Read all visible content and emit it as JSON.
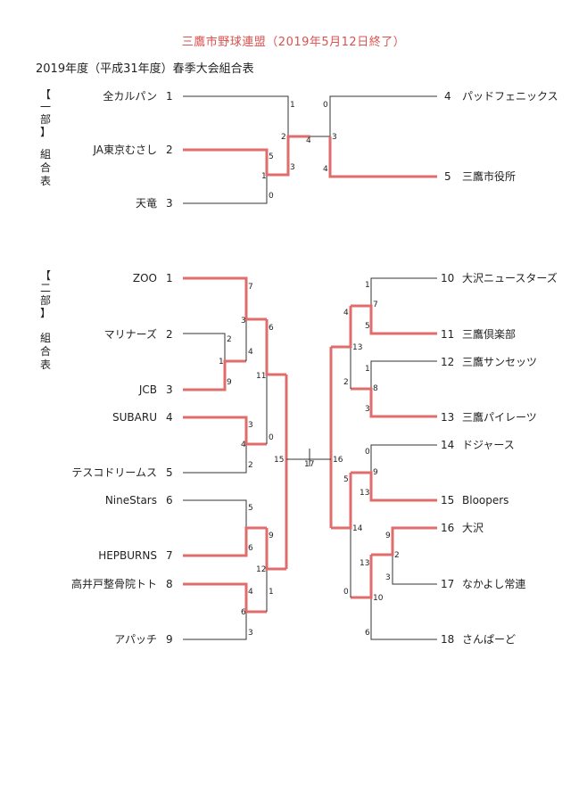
{
  "header": {
    "title": "三鷹市野球連盟（2019年5月12日終了）",
    "subtitle": "2019年度（平成31年度）春季大会組合表"
  },
  "colors": {
    "winner_line": "#e06c6c",
    "title": "#d9534f",
    "line": "#333333"
  },
  "division1": {
    "label": [
      "【",
      "一",
      "部",
      "】",
      "組",
      "合",
      "表"
    ],
    "left": [
      {
        "no": "1",
        "name": "全カルパン"
      },
      {
        "no": "2",
        "name": "JA東京むさし"
      },
      {
        "no": "3",
        "name": "天竜"
      }
    ],
    "right": [
      {
        "no": "4",
        "name": "パッドフェニックス"
      },
      {
        "no": "5",
        "name": "三鷹市役所"
      }
    ],
    "scores": [
      "5",
      "1",
      "1",
      "0",
      "2",
      "3",
      "4",
      "0",
      "3",
      "4"
    ]
  },
  "division2": {
    "label": [
      "【",
      "二",
      "部",
      "】",
      "組",
      "合",
      "表"
    ],
    "left": [
      {
        "no": "1",
        "name": "ZOO"
      },
      {
        "no": "2",
        "name": "マリナーズ"
      },
      {
        "no": "3",
        "name": "JCB"
      },
      {
        "no": "4",
        "name": "SUBARU"
      },
      {
        "no": "5",
        "name": "テスコドリームス"
      },
      {
        "no": "6",
        "name": "NineStars"
      },
      {
        "no": "7",
        "name": "HEPBURNS"
      },
      {
        "no": "8",
        "name": "高井戸整骨院トト"
      },
      {
        "no": "9",
        "name": "アパッチ"
      }
    ],
    "right": [
      {
        "no": "10",
        "name": "大沢ニュースターズ"
      },
      {
        "no": "11",
        "name": "三鷹倶楽部"
      },
      {
        "no": "12",
        "name": "三鷹サンセッツ"
      },
      {
        "no": "13",
        "name": "三鷹パイレーツ"
      },
      {
        "no": "14",
        "name": "ドジャース"
      },
      {
        "no": "15",
        "name": "Bloopers"
      },
      {
        "no": "16",
        "name": "大沢"
      },
      {
        "no": "17",
        "name": "なかよし常連"
      },
      {
        "no": "18",
        "name": "さんぱーど"
      }
    ],
    "left_scores": [
      "2",
      "1",
      "4",
      "9",
      "3",
      "3",
      "7",
      "6",
      "4",
      "2",
      "0",
      "11",
      "5",
      "6",
      "9",
      "4",
      "6",
      "3",
      "1",
      "12",
      "15"
    ],
    "right_scores": [
      "1",
      "7",
      "5",
      "4",
      "13",
      "1",
      "8",
      "3",
      "2",
      "0",
      "9",
      "13",
      "5",
      "9",
      "2",
      "3",
      "13",
      "10",
      "6",
      "0",
      "14",
      "16",
      "17"
    ]
  }
}
